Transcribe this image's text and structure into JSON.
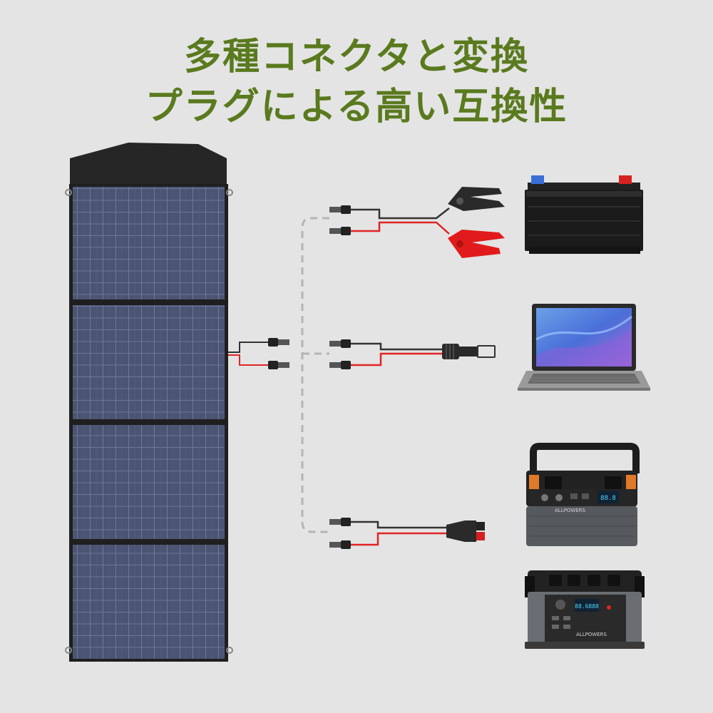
{
  "headline": {
    "line1": "多種コネクタと変換",
    "line2": "プラグによる高い互換性",
    "color": "#5a7a1e"
  },
  "brand": {
    "station_small": "ALLPOWERS",
    "station_large": "ALLPOWERS",
    "display_small": "88.8",
    "display_large": "88.6888"
  },
  "colors": {
    "background": "#e4e4e4",
    "cable_positive": "#e02424",
    "cable_negative": "#333333",
    "dashed_line": "#b5b5b5",
    "panel_cell": "#4a5370"
  },
  "icons": {
    "panel": "solar-panel-icon",
    "battery": "car-battery-icon",
    "laptop": "laptop-icon",
    "station_small": "portable-power-station-icon",
    "station_large": "portable-power-station-icon",
    "clamp": "alligator-clamp-icon",
    "dc_plug": "dc-barrel-plug-icon",
    "anderson": "anderson-plug-icon",
    "mc4": "mc4-connector-icon"
  }
}
